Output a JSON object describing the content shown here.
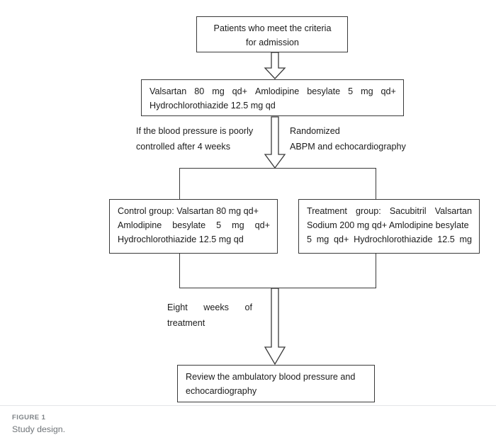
{
  "figure": {
    "caption_label": "FIGURE 1",
    "caption_text": "Study design.",
    "line_color": "#3a3a3a",
    "text_color": "#1b1b1b",
    "background": "#ffffff"
  },
  "chart_data": {
    "type": "diagram",
    "diagram_kind": "flowchart",
    "title": "Study design",
    "orientation": "top-to-bottom",
    "nodes": [
      {
        "id": "admission",
        "shape": "rectangle",
        "align": "center",
        "lines": [
          "Patients who meet the criteria",
          "for admission"
        ]
      },
      {
        "id": "baseline-therapy",
        "shape": "rectangle",
        "align": "justify",
        "lines": [
          "Valsartan 80 mg qd+ Amlodipine besylate 5 mg qd+",
          "Hydrochlorothiazide 12.5 mg qd"
        ]
      },
      {
        "id": "control-group",
        "shape": "rectangle",
        "align": "justify",
        "lines": [
          "Control group: Valsartan 80 mg qd+",
          "Amlodipine besylate 5 mg qd+",
          "Hydrochlorothiazide 12.5 mg qd"
        ]
      },
      {
        "id": "treatment-group",
        "shape": "rectangle",
        "align": "justify",
        "lines": [
          "Treatment group: Sacubitril Valsartan",
          "Sodium 200 mg qd+ Amlodipine besylate",
          "5 mg qd+ Hydrochlorothiazide 12.5 mg"
        ]
      },
      {
        "id": "review",
        "shape": "rectangle",
        "align": "left",
        "lines": [
          "Review the ambulatory blood pressure and",
          "echocardiography"
        ]
      }
    ],
    "edges": [
      {
        "from": "admission",
        "to": "baseline-therapy",
        "style": "hollow-block-arrow",
        "label": ""
      },
      {
        "from": "baseline-therapy",
        "to": "randomization-split",
        "style": "hollow-block-arrow",
        "label": "If the blood pressure is poorly controlled after 4 weeks / Randomized ABPM and echocardiography"
      },
      {
        "from": "randomization-split",
        "to": "control-group",
        "style": "bracket",
        "label": ""
      },
      {
        "from": "randomization-split",
        "to": "treatment-group",
        "style": "bracket",
        "label": ""
      },
      {
        "from": "control-group",
        "to": "review",
        "style": "bracket + hollow-block-arrow",
        "label": "Eight weeks of treatment"
      },
      {
        "from": "treatment-group",
        "to": "review",
        "style": "bracket + hollow-block-arrow",
        "label": "Eight weeks of treatment"
      }
    ]
  },
  "boxes": {
    "admission": {
      "line1": "Patients who meet the criteria",
      "line2": "for admission"
    },
    "baseline": {
      "line1_w1": "Valsartan",
      "line1_w2": "80",
      "line1_w3": "mg",
      "line1_w4": "qd+",
      "line1_w5": "Amlodipine",
      "line1_w6": "besylate",
      "line1_w7": "5",
      "line1_w8": "mg",
      "line1_w9": "qd+",
      "line2": "Hydrochlorothiazide 12.5 mg qd"
    },
    "control": {
      "line1": "Control group: Valsartan 80 mg qd+",
      "line2_w1": "Amlodipine",
      "line2_w2": "besylate",
      "line2_w3": "5",
      "line2_w4": "mg",
      "line2_w5": "qd+",
      "line3": "Hydrochlorothiazide 12.5 mg qd"
    },
    "treatment": {
      "line1_w1": "Treatment",
      "line1_w2": "group:",
      "line1_w3": "Sacubitril",
      "line1_w4": "Valsartan",
      "line2": "Sodium 200 mg qd+ Amlodipine besylate",
      "line3_w1": "5",
      "line3_w2": "mg",
      "line3_w3": "qd+",
      "line3_w4": "Hydrochlorothiazide",
      "line3_w5": "12.5",
      "line3_w6": "mg"
    },
    "review": {
      "line1": "Review the ambulatory blood pressure and",
      "line2": "echocardiography"
    }
  },
  "annotations": {
    "poorly_controlled": {
      "line1": "If the blood pressure is poorly",
      "line2": "controlled after 4 weeks"
    },
    "randomized": {
      "line1": "Randomized",
      "line2": "ABPM and echocardiography"
    },
    "eight_weeks": {
      "line1_w1": "Eight",
      "line1_w2": "weeks",
      "line1_w3": "of",
      "line2": "treatment"
    }
  }
}
